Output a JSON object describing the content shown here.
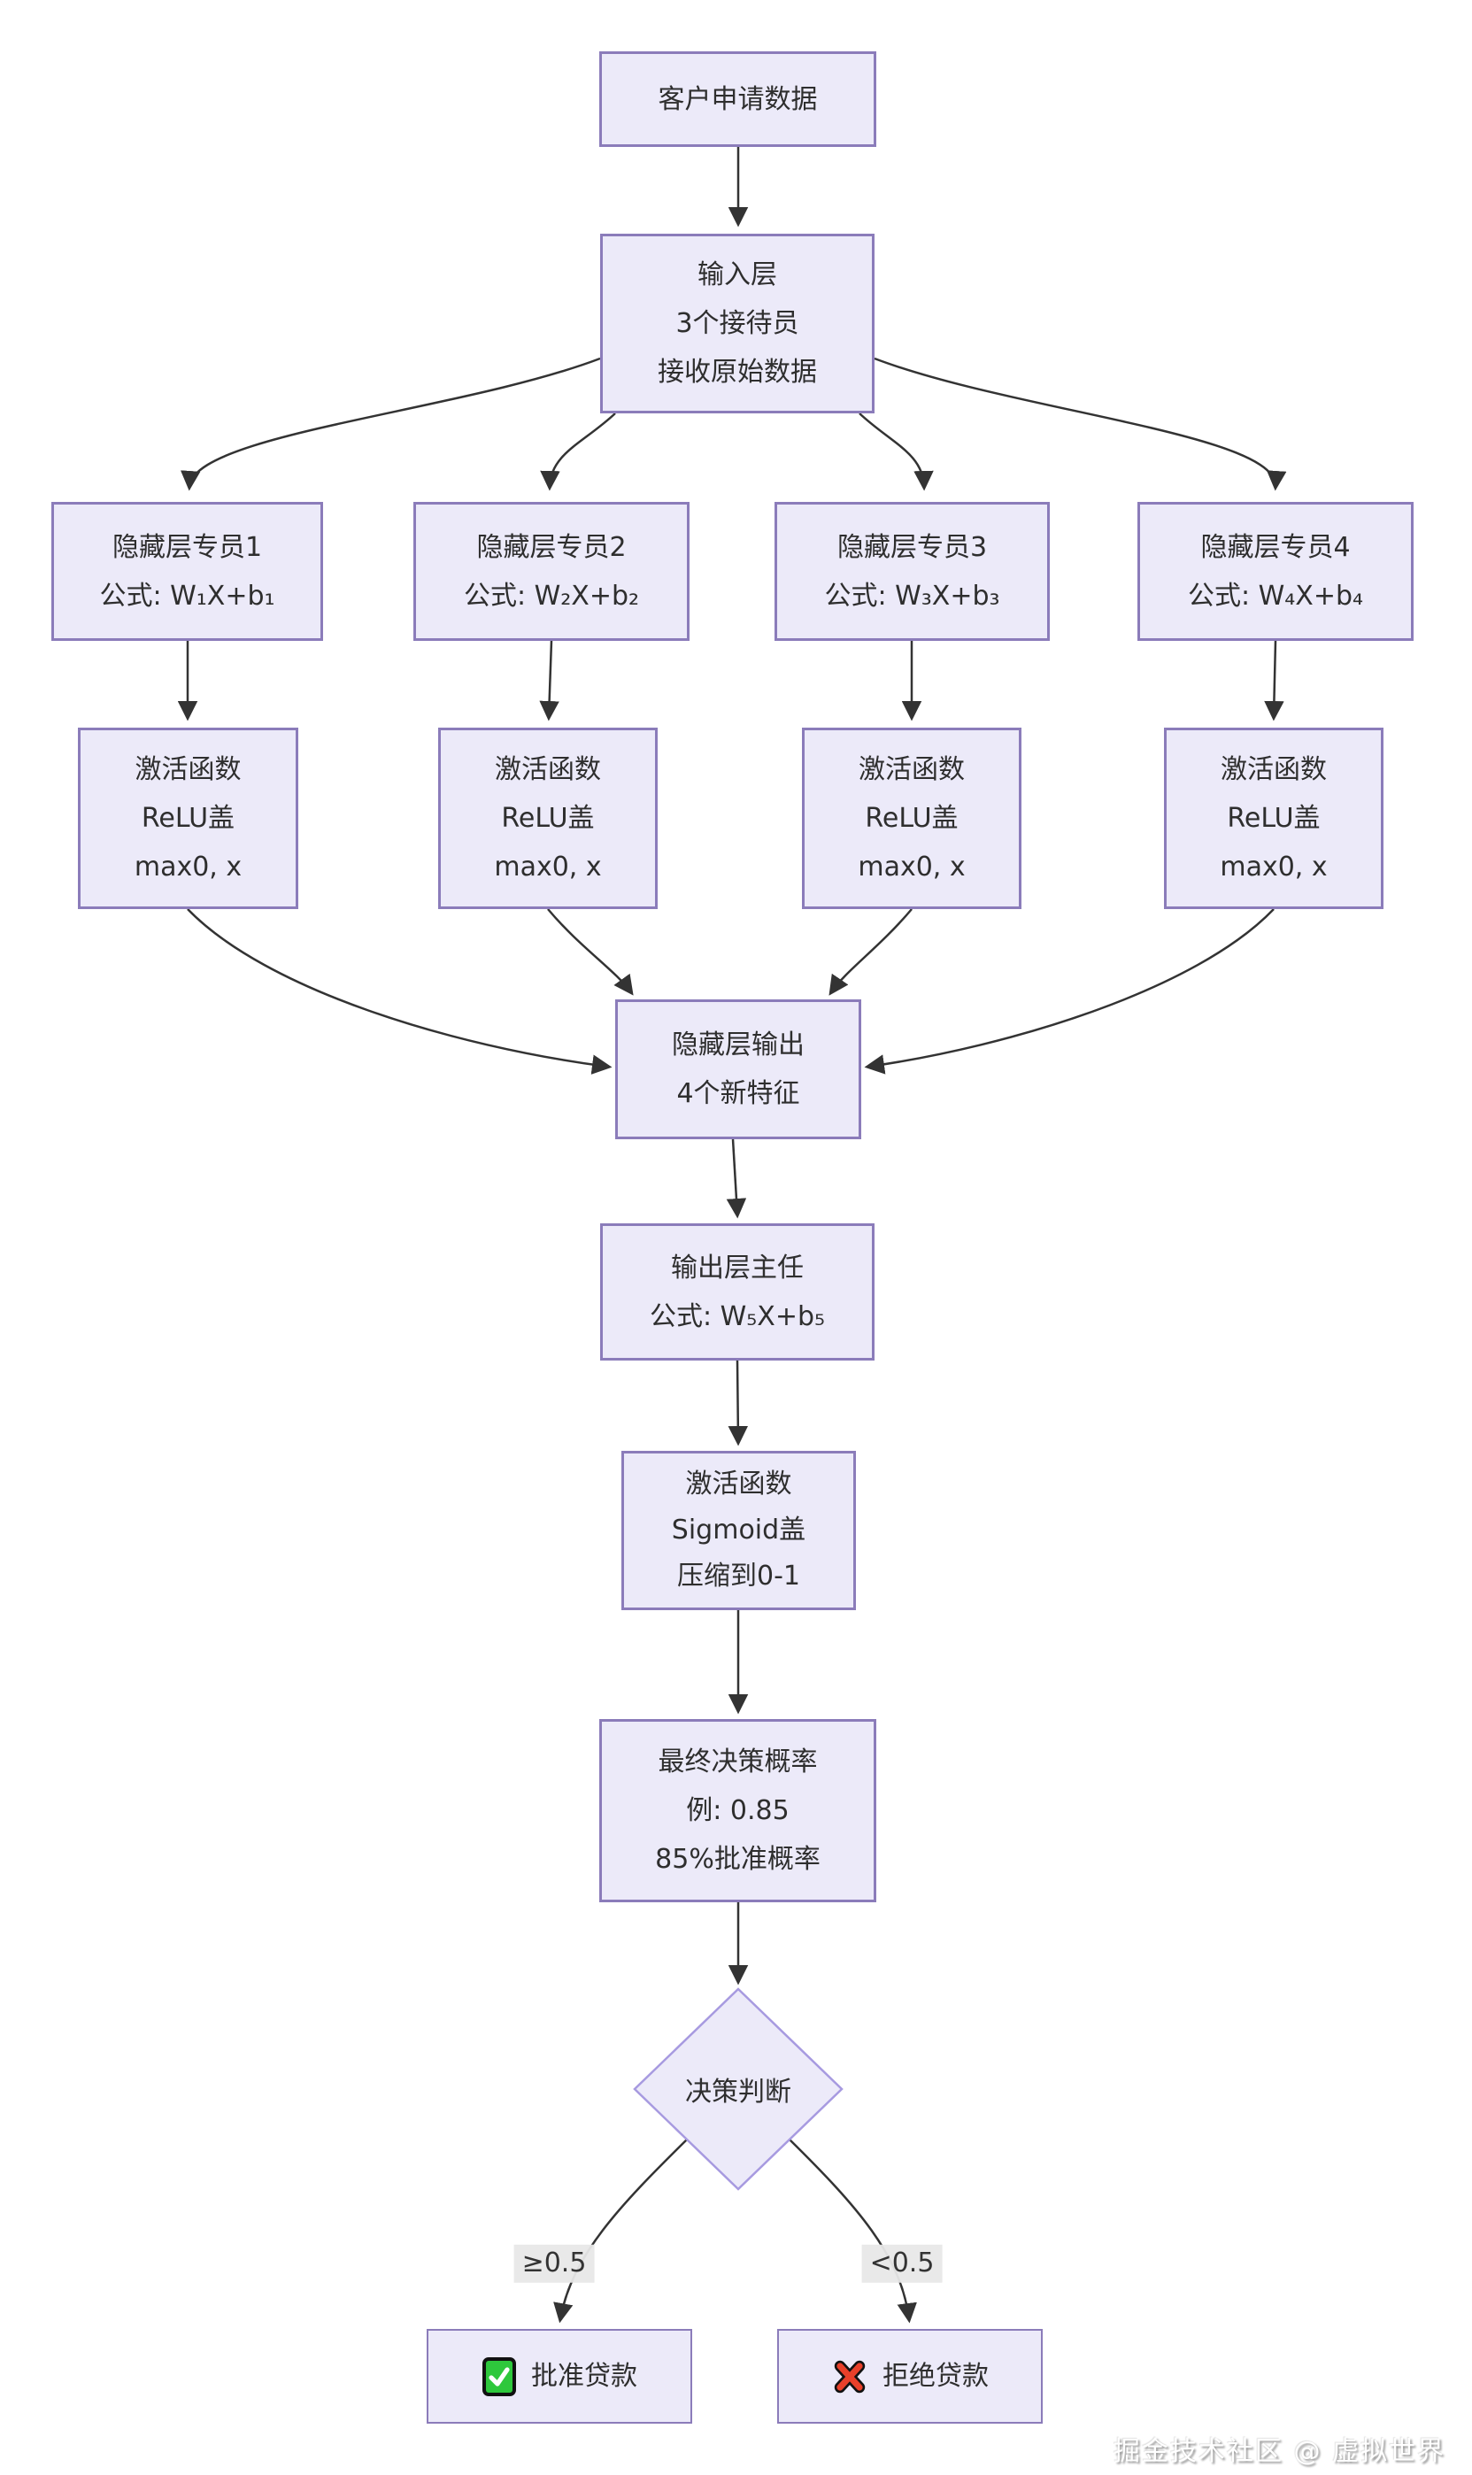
{
  "diagram": {
    "background": "#ffffff",
    "node_fill": "#eceaf9",
    "node_border": "#8b7cba",
    "diamond_border": "#a79ae0",
    "edge_color": "#333333",
    "edge_label_bg": "#e8e8e8",
    "approve_icon_color": "#2ec83c",
    "reject_icon_color": "#e8402a",
    "nodes": {
      "customer_data": {
        "lines": [
          "客户申请数据"
        ]
      },
      "input_layer": {
        "lines": [
          "输入层",
          "3个接待员",
          "接收原始数据"
        ]
      },
      "hidden_1": {
        "lines": [
          "隐藏层专员1",
          "公式: W₁X+b₁"
        ]
      },
      "hidden_2": {
        "lines": [
          "隐藏层专员2",
          "公式: W₂X+b₂"
        ]
      },
      "hidden_3": {
        "lines": [
          "隐藏层专员3",
          "公式: W₃X+b₃"
        ]
      },
      "hidden_4": {
        "lines": [
          "隐藏层专员4",
          "公式: W₄X+b₄"
        ]
      },
      "relu_1": {
        "lines": [
          "激活函数",
          "ReLU盖",
          "max0, x"
        ]
      },
      "relu_2": {
        "lines": [
          "激活函数",
          "ReLU盖",
          "max0, x"
        ]
      },
      "relu_3": {
        "lines": [
          "激活函数",
          "ReLU盖",
          "max0, x"
        ]
      },
      "relu_4": {
        "lines": [
          "激活函数",
          "ReLU盖",
          "max0, x"
        ]
      },
      "hidden_output": {
        "lines": [
          "隐藏层输出",
          "4个新特征"
        ]
      },
      "output_layer": {
        "lines": [
          "输出层主任",
          "公式: W₅X+b₅"
        ]
      },
      "sigmoid": {
        "lines": [
          "激活函数",
          "Sigmoid盖",
          "压缩到0-1"
        ]
      },
      "probability": {
        "lines": [
          "最终决策概率",
          "例: 0.85",
          "85%批准概率"
        ]
      },
      "decision": {
        "label": "决策判断"
      },
      "approve": {
        "label": "批准贷款",
        "icon": "check"
      },
      "reject": {
        "label": "拒绝贷款",
        "icon": "cross"
      }
    },
    "edge_labels": {
      "approve_condition": "≥0.5",
      "reject_condition": "<0.5"
    },
    "watermark": "掘金技术社区 @ 虚拟世界"
  }
}
